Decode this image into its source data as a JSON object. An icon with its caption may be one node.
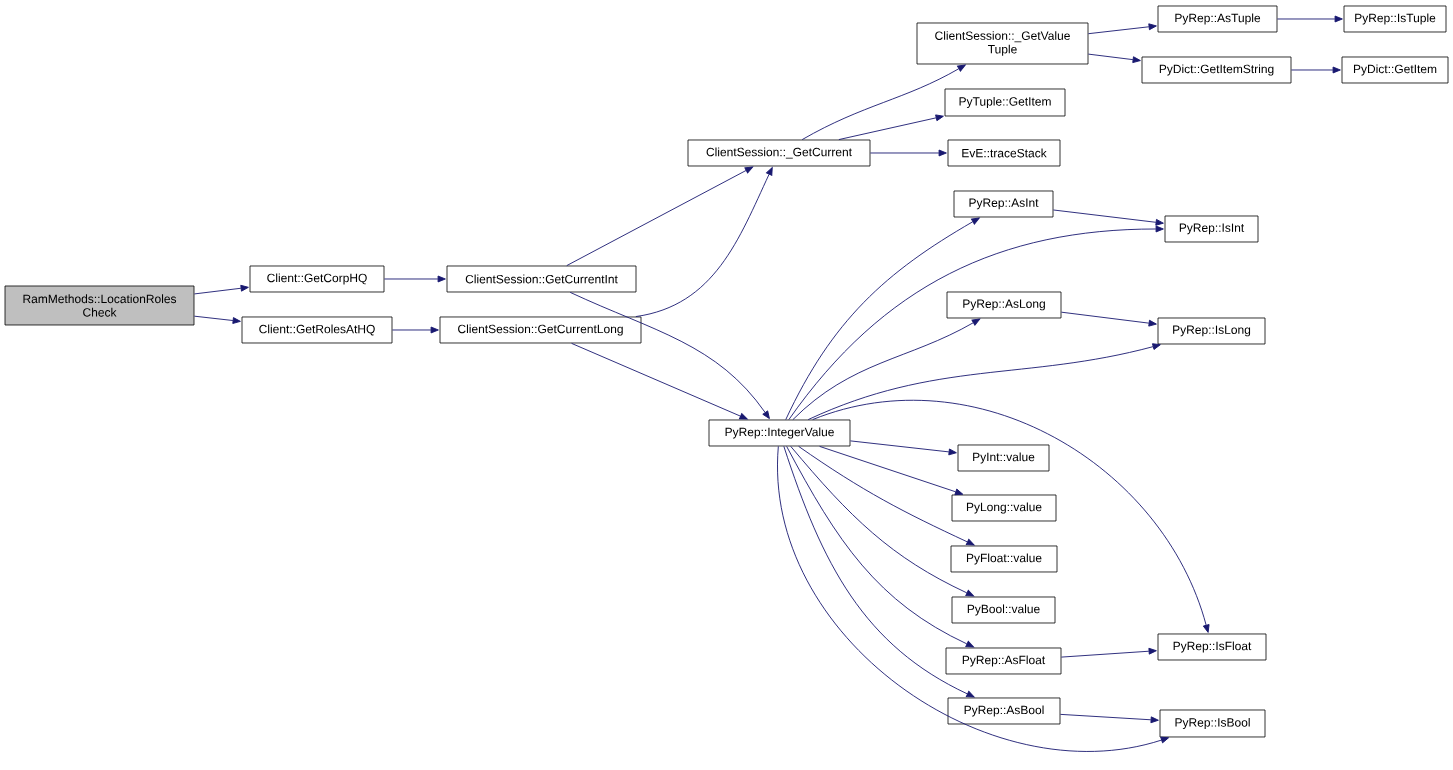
{
  "diagram": {
    "nodes": [
      {
        "text": [
          "RamMethods::LocationRoles Check"
        ]
      },
      {
        "text": [
          "Client::GetCorpHQ"
        ]
      },
      {
        "text": [
          "Client::GetRolesAtHQ"
        ]
      },
      {
        "text": [
          "ClientSession::GetCurrentInt"
        ]
      },
      {
        "text": [
          "ClientSession::GetCurrentLong"
        ]
      },
      {
        "text": [
          "ClientSession::_GetCurrent"
        ]
      },
      {
        "text": [
          "ClientSession::_GetValue Tuple"
        ]
      },
      {
        "text": [
          "PyTuple::GetItem"
        ]
      },
      {
        "text": [
          "EvE::traceStack"
        ]
      },
      {
        "text": [
          "PyRep::AsTuple"
        ]
      },
      {
        "text": [
          "PyDict::GetItemString"
        ]
      },
      {
        "text": [
          "PyRep::IsTuple"
        ]
      },
      {
        "text": [
          "PyDict::GetItem"
        ]
      },
      {
        "text": [
          "PyRep::IntegerValue"
        ]
      },
      {
        "text": [
          "PyRep::AsInt"
        ]
      },
      {
        "text": [
          "PyRep::AsLong"
        ]
      },
      {
        "text": [
          "PyRep::IsInt"
        ]
      },
      {
        "text": [
          "PyRep::IsLong"
        ]
      },
      {
        "text": [
          "PyInt::value"
        ]
      },
      {
        "text": [
          "PyLong::value"
        ]
      },
      {
        "text": [
          "PyFloat::value"
        ]
      },
      {
        "text": [
          "PyBool::value"
        ]
      },
      {
        "text": [
          "PyRep::AsFloat"
        ]
      },
      {
        "text": [
          "PyRep::AsBool"
        ]
      },
      {
        "text": [
          "PyRep::IsFloat"
        ]
      },
      {
        "text": [
          "PyRep::IsBool"
        ]
      }
    ],
    "edges": [
      {
        "from": 0,
        "to": 1,
        "arrow": "to"
      },
      {
        "from": 0,
        "to": 2,
        "arrow": "to"
      },
      {
        "from": 1,
        "to": 3,
        "arrow": "to"
      },
      {
        "from": 2,
        "to": 4,
        "arrow": "to"
      },
      {
        "from": 3,
        "to": 5,
        "arrow": "to"
      },
      {
        "from": 4,
        "to": 5,
        "arrow": "to"
      },
      {
        "from": 3,
        "to": 13,
        "arrow": "to"
      },
      {
        "from": 4,
        "to": 13,
        "arrow": "to"
      },
      {
        "from": 5,
        "to": 6,
        "arrow": "to"
      },
      {
        "from": 5,
        "to": 7,
        "arrow": "to"
      },
      {
        "from": 5,
        "to": 8,
        "arrow": "to"
      },
      {
        "from": 6,
        "to": 9,
        "arrow": "to"
      },
      {
        "from": 6,
        "to": 10,
        "arrow": "to"
      },
      {
        "from": 9,
        "to": 11,
        "arrow": "to"
      },
      {
        "from": 10,
        "to": 12,
        "arrow": "to"
      },
      {
        "from": 13,
        "to": 14,
        "arrow": "to"
      },
      {
        "from": 13,
        "to": 16,
        "arrow": "to"
      },
      {
        "from": 13,
        "to": 15,
        "arrow": "to"
      },
      {
        "from": 13,
        "to": 17,
        "arrow": "to"
      },
      {
        "from": 13,
        "to": 24,
        "arrow": "to"
      },
      {
        "from": 13,
        "to": 18,
        "arrow": "to"
      },
      {
        "from": 13,
        "to": 19,
        "arrow": "to"
      },
      {
        "from": 13,
        "to": 20,
        "arrow": "to"
      },
      {
        "from": 13,
        "to": 21,
        "arrow": "to"
      },
      {
        "from": 13,
        "to": 22,
        "arrow": "to"
      },
      {
        "from": 13,
        "to": 23,
        "arrow": "to"
      },
      {
        "from": 13,
        "to": 25,
        "arrow": "to"
      },
      {
        "from": 14,
        "to": 16,
        "arrow": "to"
      },
      {
        "from": 15,
        "to": 17,
        "arrow": "to"
      },
      {
        "from": 22,
        "to": 24,
        "arrow": "to"
      },
      {
        "from": 23,
        "to": 25,
        "arrow": "to"
      }
    ]
  }
}
